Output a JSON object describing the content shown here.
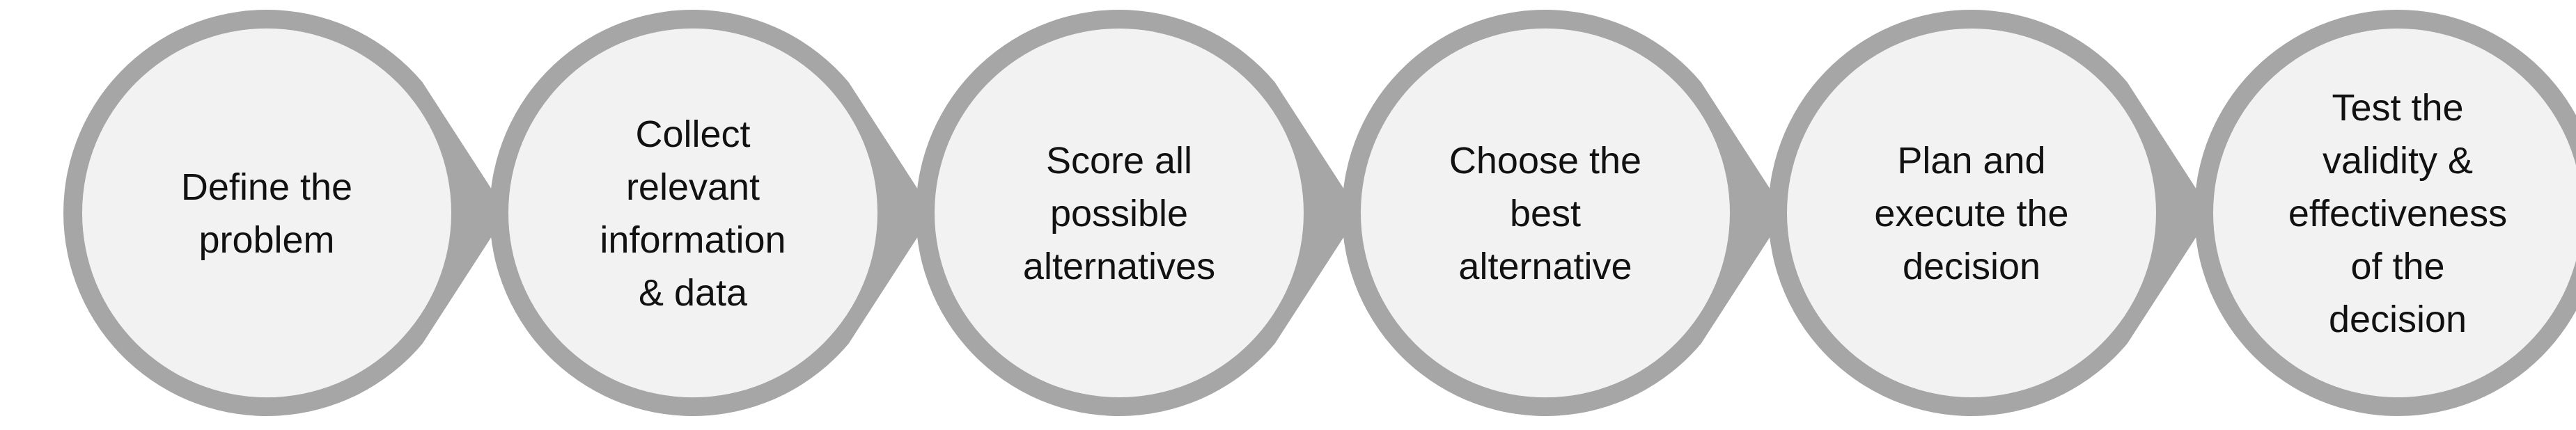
{
  "colors": {
    "ring": "#a6a6a6",
    "fill": "#f2f2f2",
    "text": "#111111",
    "background": "#ffffff"
  },
  "steps": [
    {
      "lines": [
        "Define the",
        "problem"
      ]
    },
    {
      "lines": [
        "Collect",
        "relevant",
        "information",
        "& data"
      ]
    },
    {
      "lines": [
        "Score all",
        "possible",
        "alternatives"
      ]
    },
    {
      "lines": [
        "Choose the",
        "best",
        "alternative"
      ]
    },
    {
      "lines": [
        "Plan and",
        "execute the",
        "decision"
      ]
    },
    {
      "lines": [
        "Test the",
        "validity &",
        "effectiveness",
        "of the",
        "decision"
      ]
    }
  ]
}
